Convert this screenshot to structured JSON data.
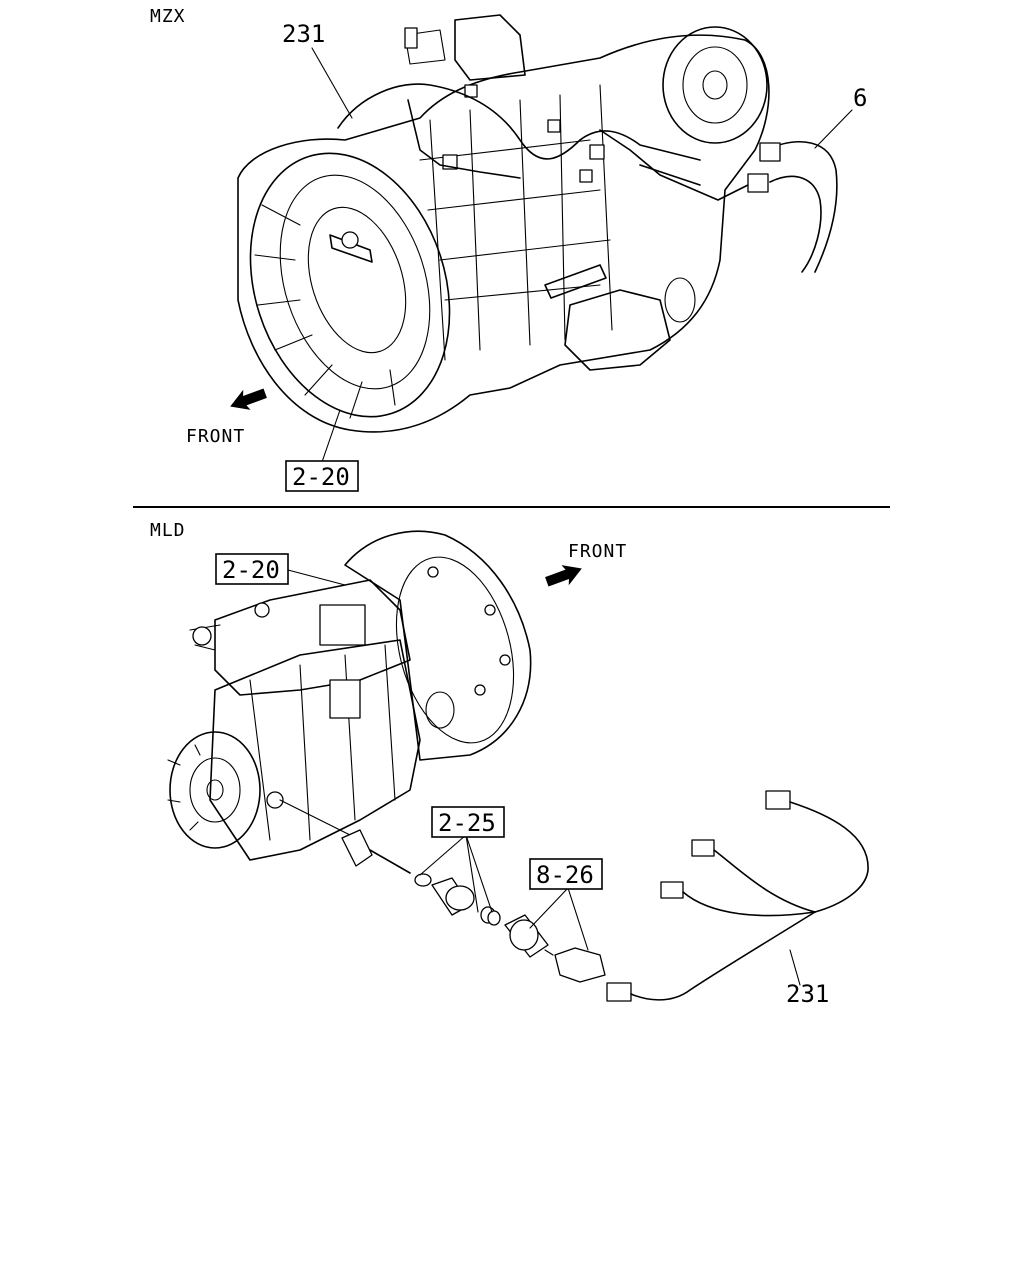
{
  "top_panel": {
    "model_label": "MZX",
    "front_label": "FRONT",
    "callouts": {
      "harness": "231",
      "lead": "6",
      "ref_housing": "2-20"
    }
  },
  "bottom_panel": {
    "model_label": "MLD",
    "front_label": "FRONT",
    "callouts": {
      "ref_housing": "2-20",
      "ref_speedo": "2-25",
      "ref_sensor": "8-26",
      "harness": "231"
    }
  }
}
